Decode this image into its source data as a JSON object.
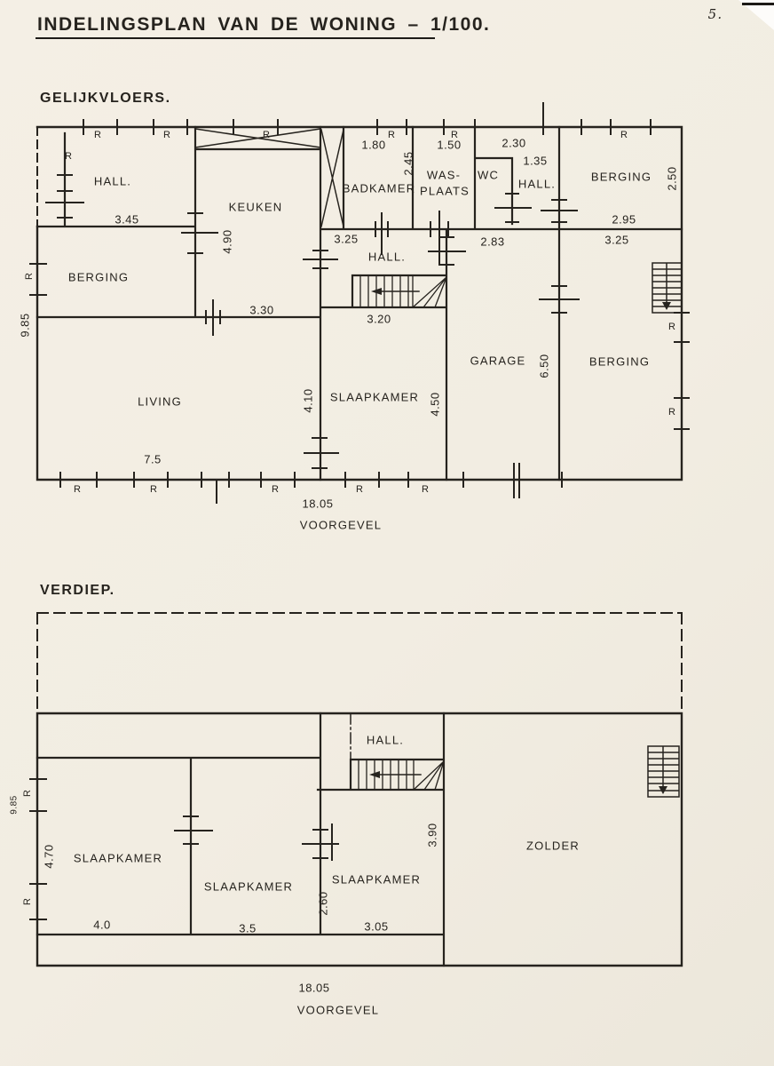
{
  "page": {
    "number": "5.",
    "title": "INDELINGSPLAN VAN DE WONING – 1/100."
  },
  "ground_floor": {
    "heading": "GELIJKVLOERS.",
    "radiator": "R",
    "facade": "VOORGEVEL",
    "rooms": {
      "hall_tl": "HALL.",
      "berging_tl": "BERGING",
      "keuken": "KEUKEN",
      "badkamer": "BADKAMER",
      "wasplaats_line1": "WAS-",
      "wasplaats_line2": "PLAATS",
      "wc": "WC",
      "hall_tr": "HALL.",
      "berging_tr": "BERGING",
      "hall_c": "HALL.",
      "living": "LIVING",
      "slaapkamer": "SLAAPKAMER",
      "garage": "GARAGE",
      "berging_br": "BERGING"
    },
    "dims": {
      "d345": "3.45",
      "d490": "4.90",
      "d330": "3.30",
      "d180": "1.80",
      "d245": "2.45",
      "d150": "1.50",
      "d230": "2.30",
      "d135": "1.35",
      "d250": "2.50",
      "d295": "2.95",
      "d325r": "3.25",
      "d325l": "3.25",
      "d283": "2.83",
      "d320": "3.20",
      "d985": "9.85",
      "d75": "7.5",
      "d410": "4.10",
      "d450": "4.50",
      "d650": "6.50",
      "d1805": "18.05"
    }
  },
  "upper_floor": {
    "heading": "VERDIEP.",
    "radiator": "R",
    "facade": "VOORGEVEL",
    "rooms": {
      "hall": "HALL.",
      "slaapkamer1": "SLAAPKAMER",
      "slaapkamer2": "SLAAPKAMER",
      "slaapkamer3": "SLAAPKAMER",
      "zolder": "ZOLDER"
    },
    "dims": {
      "d470": "4.70",
      "d40": "4.0",
      "d35": "3.5",
      "d260": "2.60",
      "d305": "3.05",
      "d390": "3.90",
      "d985": "9.85",
      "d1805": "18.05"
    }
  }
}
